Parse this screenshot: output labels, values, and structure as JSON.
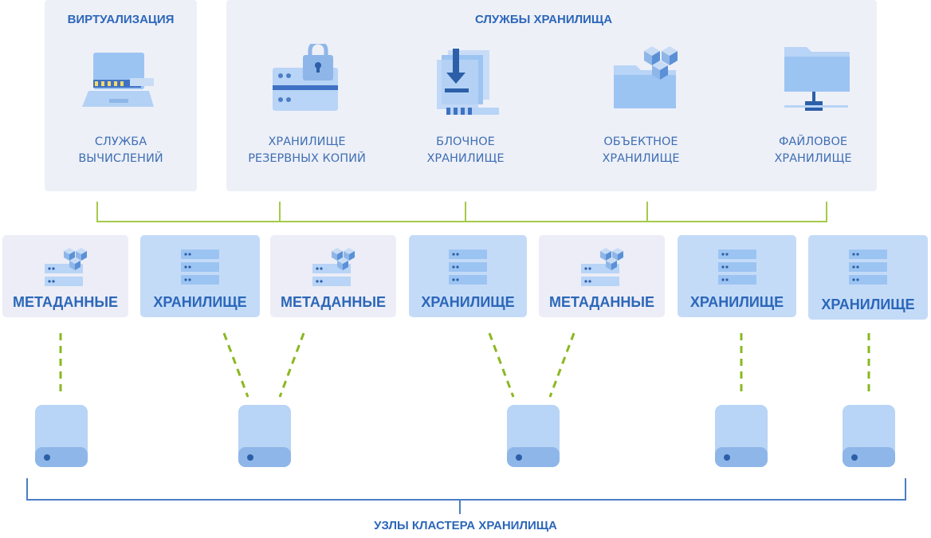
{
  "virtualization": {
    "title": "ВИРТУАЛИЗАЦИЯ",
    "service": {
      "line1": "СЛУЖБА",
      "line2": "ВЫЧИСЛЕНИЙ",
      "icon": "laptop-icon"
    }
  },
  "storage_services": {
    "title": "СЛУЖБЫ ХРАНИЛИЩА",
    "items": [
      {
        "line1": "ХРАНИЛИЩЕ",
        "line2": "РЕЗЕРВНЫХ КОПИЙ",
        "icon": "backup-lock-icon"
      },
      {
        "line1": "БЛОЧНОЕ",
        "line2": "ХРАНИЛИЩЕ",
        "icon": "block-download-icon"
      },
      {
        "line1": "ОБЪЕКТНОЕ",
        "line2": "ХРАНИЛИЩЕ",
        "icon": "object-folder-icon"
      },
      {
        "line1": "ФАЙЛОВОЕ",
        "line2": "ХРАНИЛИЩЕ",
        "icon": "file-folder-network-icon"
      }
    ]
  },
  "nodes": [
    {
      "label": "МЕТАДАННЫЕ",
      "kind": "meta"
    },
    {
      "label": "ХРАНИЛИЩЕ",
      "kind": "store"
    },
    {
      "label": "МЕТАДАННЫЕ",
      "kind": "meta"
    },
    {
      "label": "ХРАНИЛИЩЕ",
      "kind": "store"
    },
    {
      "label": "МЕТАДАННЫЕ",
      "kind": "meta"
    },
    {
      "label": "ХРАНИЛИЩЕ",
      "kind": "store"
    },
    {
      "label": "ХРАНИЛИЩЕ",
      "kind": "store"
    }
  ],
  "cluster": {
    "label": "УЗЛЫ КЛАСТЕРА ХРАНИЛИЩА",
    "disk_icon": "disk-drive-icon"
  },
  "colors": {
    "accent": "#2c67b9",
    "connector": "#a6c94a",
    "panel": "#eef0f8",
    "storage_node": "#c4dbf8",
    "metadata_node": "#ecedf6"
  }
}
